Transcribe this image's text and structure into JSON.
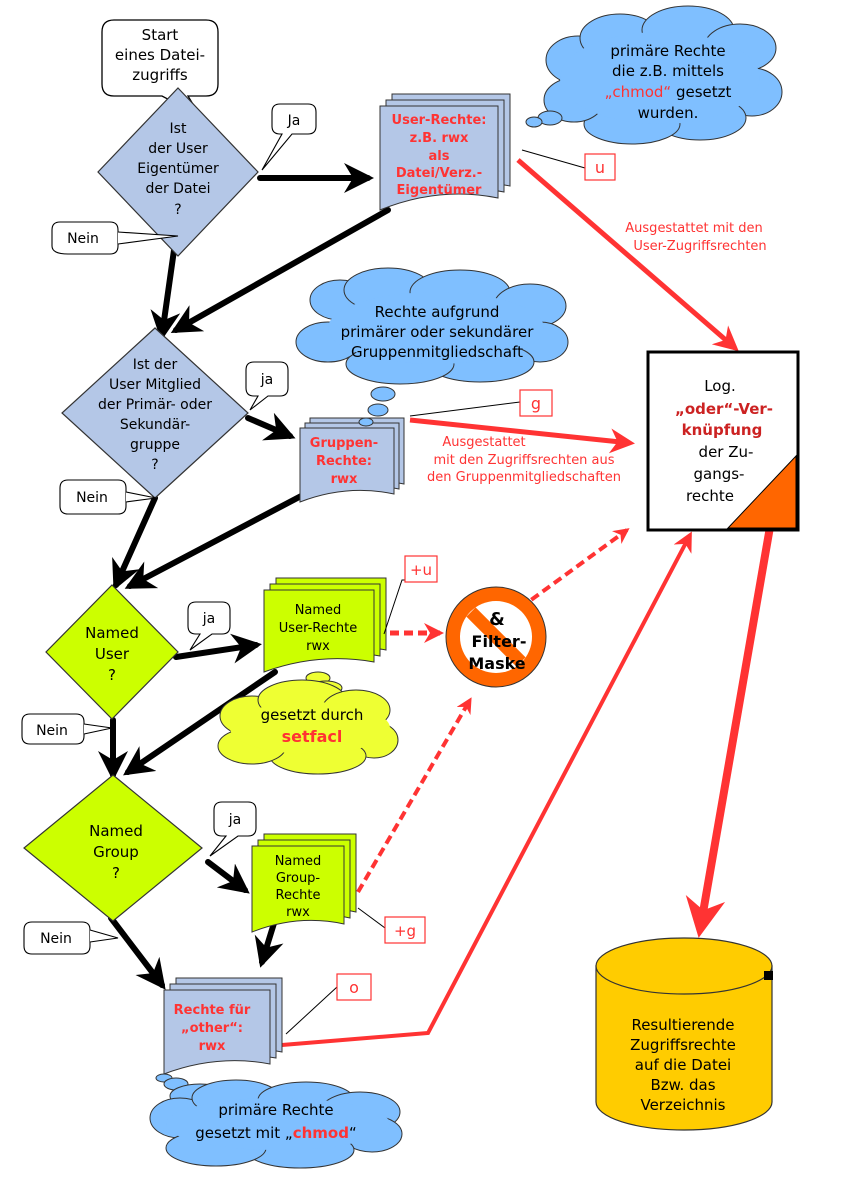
{
  "start_callout": [
    "Start",
    "eines Datei-",
    "zugriffs"
  ],
  "decisions": {
    "owner": [
      "Ist",
      "der User",
      "Eigentümer",
      "der Datei",
      "?"
    ],
    "group": [
      "Ist der",
      "User Mitglied",
      "der Primär- oder",
      "Sekundär-",
      "gruppe",
      "?"
    ],
    "named_user": [
      "Named",
      "User",
      "?"
    ],
    "named_group": [
      "Named",
      "Group",
      "?"
    ]
  },
  "answers": {
    "ja_cap": "Ja",
    "ja": "ja",
    "nein": "Nein"
  },
  "documents": {
    "user_rights": [
      "User-Rechte:",
      "z.B. rwx",
      "als",
      "Datei/Verz.-",
      "Eigentümer"
    ],
    "group_rights": [
      "Gruppen-",
      "Rechte:",
      "rwx"
    ],
    "named_user_rights": [
      "Named",
      "User-Rechte",
      "rwx"
    ],
    "named_group_rights": [
      "Named",
      "Group-",
      "Rechte",
      "rwx"
    ],
    "other_rights": [
      "Rechte für",
      "„other“:",
      "rwx"
    ]
  },
  "tags": {
    "u": "u",
    "g": "g",
    "plus_u": "+u",
    "plus_g": "+g",
    "o": "o"
  },
  "clouds": {
    "chmod_primary": {
      "line1": "primäre Rechte",
      "line2": "die z.B. mittels",
      "chmod": "„chmod“",
      "line3_rest": " gesetzt",
      "line4": "wurden."
    },
    "group_membership": [
      "Rechte aufgrund",
      "primärer oder sekundärer",
      "Gruppenmitgliedschaft"
    ],
    "setfacl": {
      "line1": "gesetzt durch",
      "cmd": "setfacl"
    },
    "other_chmod": {
      "line1": "primäre Rechte",
      "line2_prefix": "gesetzt mit „",
      "cmd": "chmod",
      "line2_suffix": "“"
    }
  },
  "edge_labels": {
    "user_rights": [
      "Ausgestattet mit den",
      "User-Zugriffsrechten"
    ],
    "group_rights": [
      "Ausgestattet",
      "mit den Zugriffsrechten aus",
      "den Gruppenmitgliedschaften"
    ]
  },
  "filter_mask": [
    "&",
    "Filter-",
    "Maske"
  ],
  "or_box": {
    "line1": "Log.",
    "line2": "„oder“-Ver-",
    "line3": "knüpfung",
    "line4": "der Zu-",
    "line5": "gangs-",
    "line6": "rechte"
  },
  "result": [
    "Resultierende",
    "Zugriffsrechte",
    "auf die Datei",
    "Bzw. das",
    "Verzeichnis"
  ],
  "colors": {
    "blue_fill": "#b4c7e7",
    "blue_cloud": "#7fbfff",
    "yellow_green": "#ccff00",
    "yellow_cloud": "#eeff33",
    "red": "#ff3333",
    "dark_red": "#cc2222",
    "orange": "#ff6600",
    "gold": "#ffcc00"
  }
}
